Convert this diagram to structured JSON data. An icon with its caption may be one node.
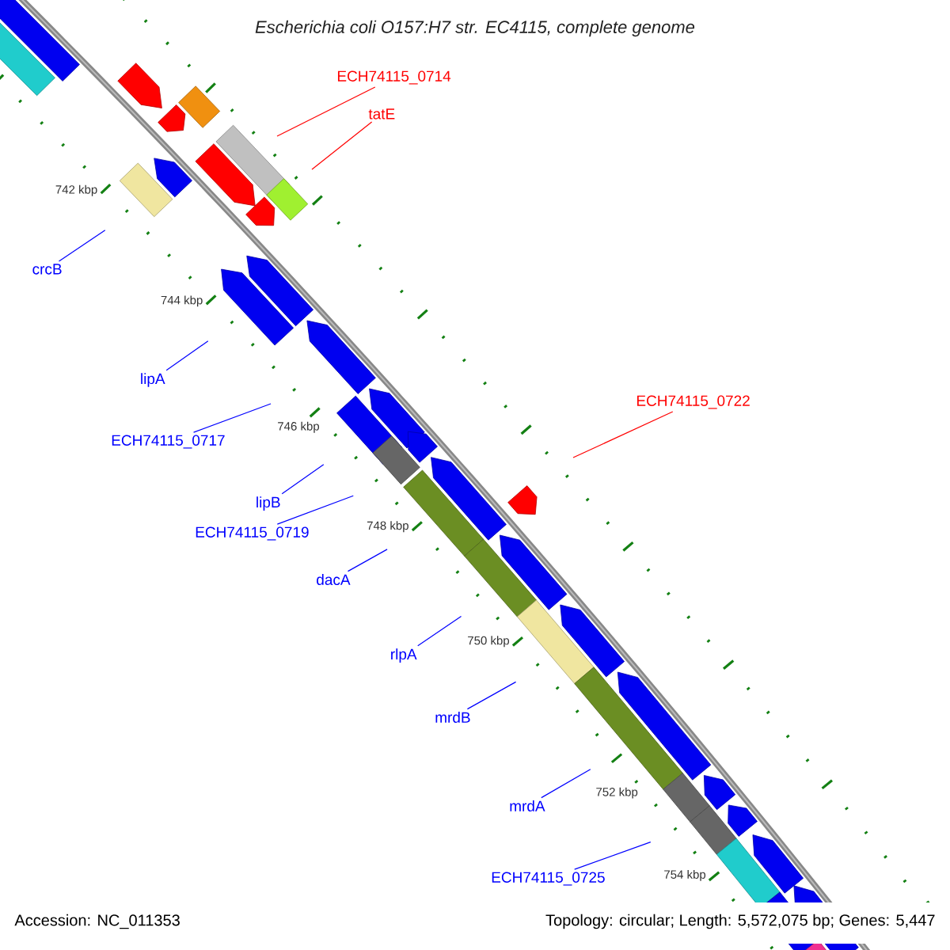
{
  "diagram": {
    "title": "Escherichia coli O157:H7 str. EC4115, complete genome",
    "nodes": [
      {
        "text": [
          "ECH74115_0714"
        ]
      },
      {
        "text": [
          "tatE"
        ]
      },
      {
        "text": [
          "crcB"
        ]
      },
      {
        "text": [
          "lipA"
        ]
      },
      {
        "text": [
          "ECH74115_0722"
        ]
      },
      {
        "text": [
          "ECH74115_0717"
        ]
      },
      {
        "text": [
          "lipB"
        ]
      },
      {
        "text": [
          "ECH74115_0719"
        ]
      },
      {
        "text": [
          "dacA"
        ]
      },
      {
        "text": [
          "rlpA"
        ]
      },
      {
        "text": [
          "mrdB"
        ]
      },
      {
        "text": [
          "mrdA"
        ]
      },
      {
        "text": [
          "ECH74115_0725"
        ]
      }
    ],
    "edges": [
      {
        "from": 0,
        "to": null,
        "arrow": "none",
        "color": "#ff0000"
      },
      {
        "from": 1,
        "to": null,
        "arrow": "none",
        "color": "#ff0000"
      },
      {
        "from": 2,
        "to": null,
        "arrow": "none"
      },
      {
        "from": 3,
        "to": null,
        "arrow": "none"
      },
      {
        "from": 4,
        "to": null,
        "arrow": "none",
        "color": "#ff0000"
      },
      {
        "from": 5,
        "to": null,
        "arrow": "none"
      },
      {
        "from": 6,
        "to": null,
        "arrow": "none"
      },
      {
        "from": 7,
        "to": null,
        "arrow": "none"
      },
      {
        "from": 8,
        "to": null,
        "arrow": "none"
      },
      {
        "from": 9,
        "to": null,
        "arrow": "none"
      },
      {
        "from": 10,
        "to": null,
        "arrow": "none"
      },
      {
        "from": 11,
        "to": null,
        "arrow": "none"
      },
      {
        "from": 12,
        "to": null,
        "arrow": "none"
      }
    ],
    "labels": [
      "742 kbp",
      "744 kbp",
      "746 kbp",
      "748 kbp",
      "750 kbp",
      "752 kbp",
      "754 kbp",
      "Accession: NC_011353",
      "Topology: circular; Length: 5,572,075 bp; Genes: 5,447"
    ]
  }
}
